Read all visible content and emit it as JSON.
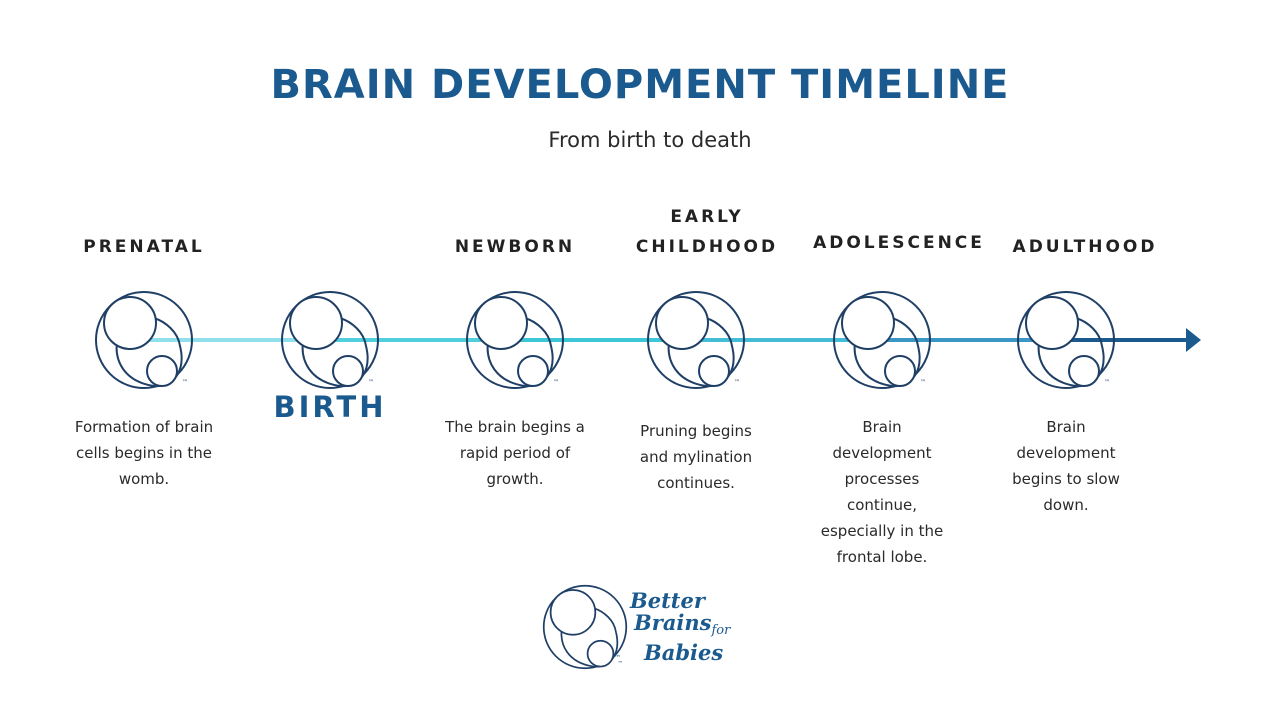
{
  "header": {
    "title": "BRAIN DEVELOPMENT TIMELINE",
    "subtitle": "From birth to death"
  },
  "birth_label": "BIRTH",
  "stages": [
    {
      "label": "PRENATAL",
      "description": "Formation of brain cells begins in the womb."
    },
    {
      "label": "NEWBORN",
      "description": "The brain begins a rapid period of growth."
    },
    {
      "label": "EARLY\nCHILDHOOD",
      "description": "Pruning begins and mylination continues."
    },
    {
      "label": "ADOLESCENCE",
      "description": "Brain development processes continue, especially in the frontal lobe."
    },
    {
      "label": "ADULTHOOD",
      "description": "Brain development begins to slow down."
    }
  ],
  "icons": [
    "brain-logo-icon",
    "arrow-head-icon"
  ],
  "logo": {
    "line1": "Better",
    "line2": "Brains",
    "line2_small": "for",
    "line3": "Babies",
    "trademark": "™"
  },
  "colors": {
    "title": "#1b5a8e",
    "icon_stroke": "#1f3f66",
    "timeline_start": "#8fe0ea",
    "timeline_mid": "#3cc6d6",
    "timeline_end": "#1b5a8e"
  }
}
